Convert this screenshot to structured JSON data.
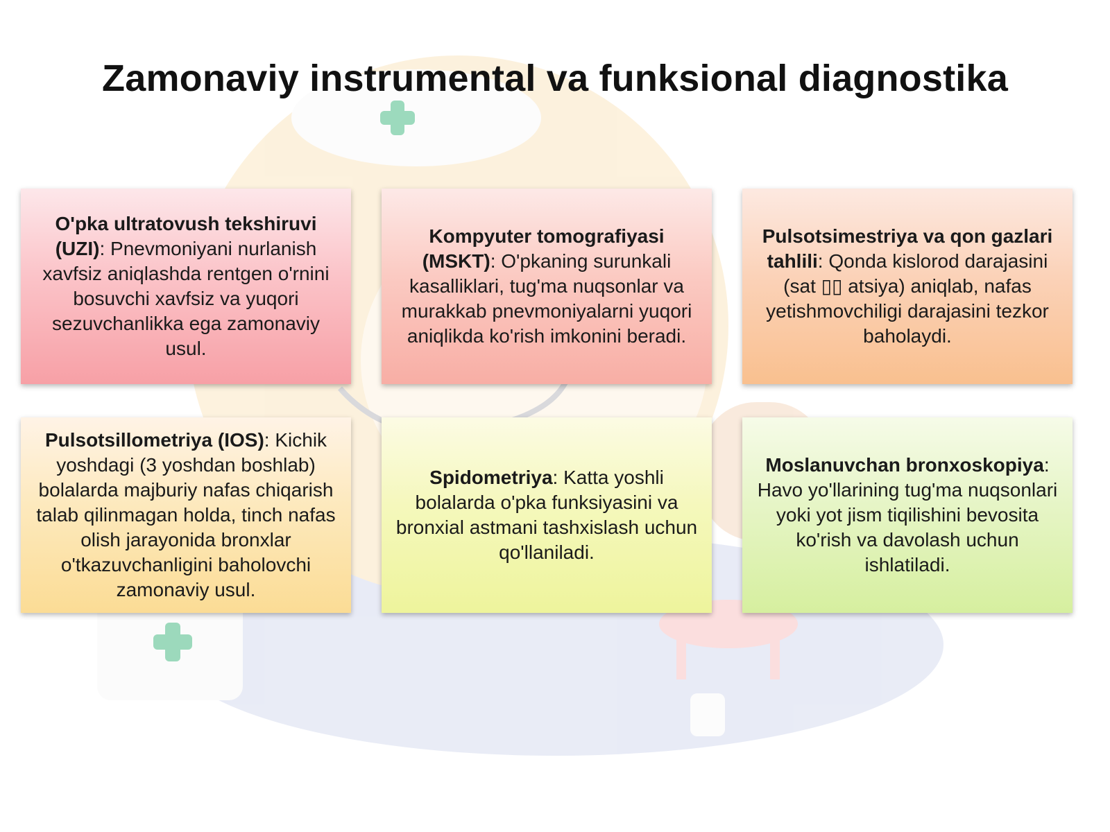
{
  "slide": {
    "title": "Zamonaviy instrumental va funksional diagnostika"
  },
  "cards": [
    {
      "heading": "O'pka ultratovush tekshiruvi (UZI)",
      "text": ": Pnevmoniyani nurlanish xavfsiz aniqlashda rentgen o'rnini bosuvchi xavfsiz va yuqori sezuvchanlikka ega zamonaviy usul."
    },
    {
      "heading": "Kompyuter tomografiyasi (MSKT)",
      "text": ": O'pkaning surunkali kasalliklari, tug'ma nuqsonlar va murakkab pnevmoniyalarni yuqori aniqlikda ko'rish imkonini beradi."
    },
    {
      "heading": "Pulsotsimestriya va qon gazlari tahlili",
      "text": ": Qonda kislorod darajasini (sat ▯▯ atsiya) aniqlab, nafas yetishmovchiligi darajasini tezkor baholaydi."
    },
    {
      "heading": "Pulsotsillometriya (IOS)",
      "text": ": Kichik yoshdagi (3 yoshdan boshlab) bolalarda majburiy nafas chiqarish talab qilinmagan holda, tinch nafas olish jarayonida bronxlar o'tkazuvchanligini baholovchi zamonaviy usul."
    },
    {
      "heading": "Spidometriya",
      "text": ": Katta yoshli bolalarda o'pka funksiyasini va bronxial astmani tashxislash uchun qo'llaniladi."
    },
    {
      "heading": "Moslanuvchan bronxoskopiya",
      "text": ": Havo yo'llarining tug'ma nuqsonlari yoki yot jism tiqilishini bevosita ko'rish va davolash uchun ishlatiladi."
    }
  ],
  "colors": {
    "title": "#111111",
    "card_red": "#f7a0a6",
    "card_salmon": "#f8aea5",
    "card_orange": "#f9c08f",
    "card_yellow": "#fbdc95",
    "card_lime": "#eef49c",
    "card_green": "#d6ef9f"
  },
  "icons": [
    "medical-cross-icon",
    "doctor-illustration",
    "medicine-bottle-icon"
  ]
}
